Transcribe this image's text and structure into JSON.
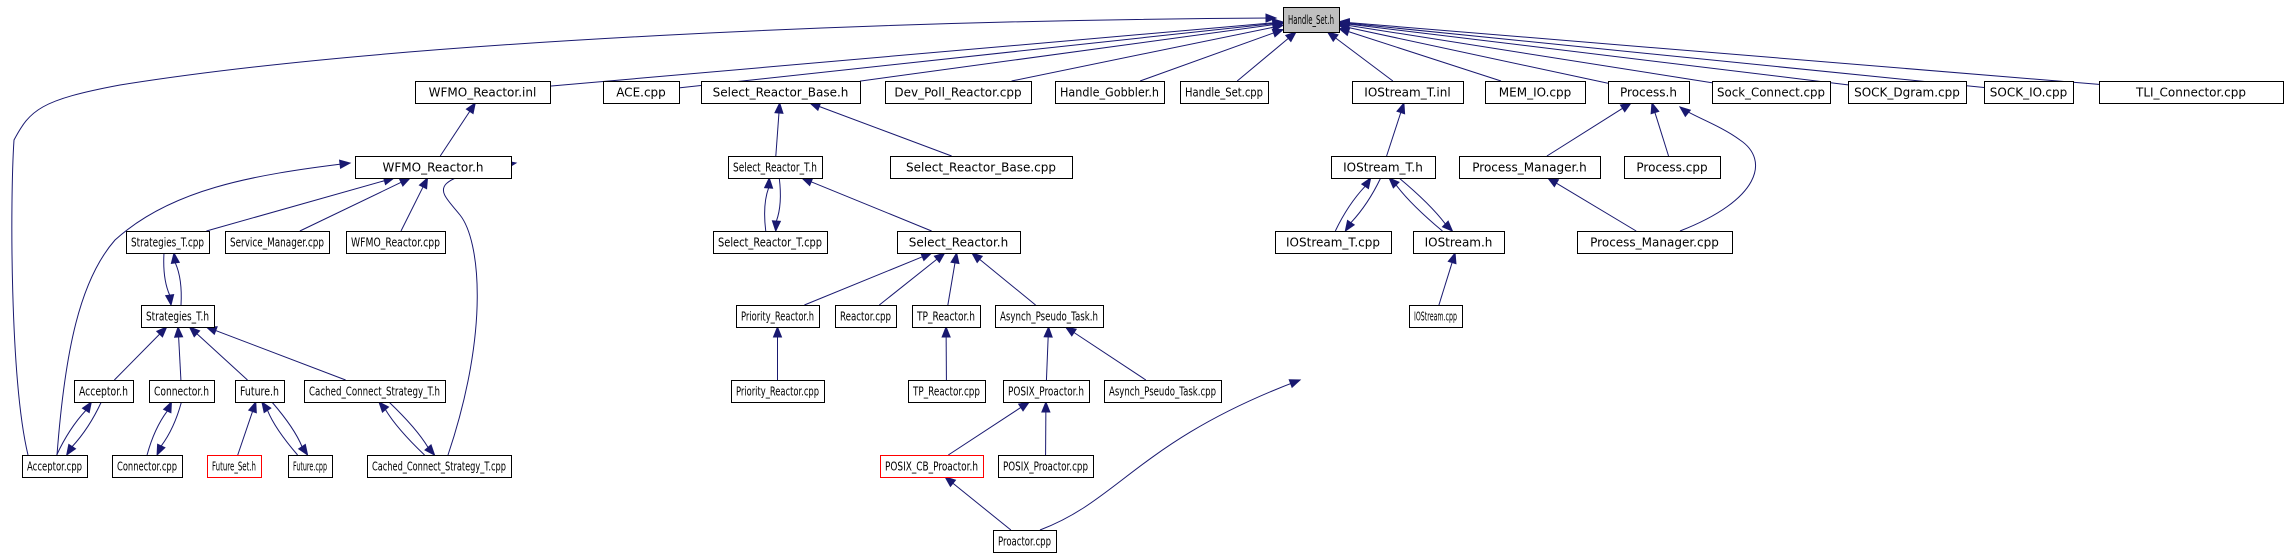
{
  "diagram": {
    "type": "include-dependency-graph",
    "root": "Handle_Set.h",
    "colors": {
      "edge": "#191970",
      "root_fill": "#bfbfbf",
      "node_border": "#000000",
      "highlight_border": "#ff0000",
      "background": "#ffffff"
    },
    "nodes": [
      {
        "id": "handle_set_h",
        "label": "Handle_Set.h",
        "style": "root"
      },
      {
        "id": "wfmo_reactor_inl",
        "label": "WFMO_Reactor.inl"
      },
      {
        "id": "ace_cpp",
        "label": "ACE.cpp"
      },
      {
        "id": "select_reactor_base_h",
        "label": "Select_Reactor_Base.h"
      },
      {
        "id": "dev_poll_reactor_cpp",
        "label": "Dev_Poll_Reactor.cpp"
      },
      {
        "id": "handle_gobbler_h",
        "label": "Handle_Gobbler.h"
      },
      {
        "id": "handle_set_cpp",
        "label": "Handle_Set.cpp"
      },
      {
        "id": "iostream_t_inl",
        "label": "IOStream_T.inl"
      },
      {
        "id": "mem_io_cpp",
        "label": "MEM_IO.cpp"
      },
      {
        "id": "process_h",
        "label": "Process.h"
      },
      {
        "id": "sock_connect_cpp",
        "label": "Sock_Connect.cpp"
      },
      {
        "id": "sock_dgram_cpp",
        "label": "SOCK_Dgram.cpp"
      },
      {
        "id": "sock_io_cpp",
        "label": "SOCK_IO.cpp"
      },
      {
        "id": "tli_connector_cpp",
        "label": "TLI_Connector.cpp"
      },
      {
        "id": "wfmo_reactor_h",
        "label": "WFMO_Reactor.h"
      },
      {
        "id": "select_reactor_t_h",
        "label": "Select_Reactor_T.h"
      },
      {
        "id": "select_reactor_base_cpp",
        "label": "Select_Reactor_Base.cpp"
      },
      {
        "id": "iostream_t_h",
        "label": "IOStream_T.h"
      },
      {
        "id": "process_manager_h",
        "label": "Process_Manager.h"
      },
      {
        "id": "process_cpp",
        "label": "Process.cpp"
      },
      {
        "id": "strategies_t_cpp",
        "label": "Strategies_T.cpp"
      },
      {
        "id": "service_manager_cpp",
        "label": "Service_Manager.cpp"
      },
      {
        "id": "wfmo_reactor_cpp",
        "label": "WFMO_Reactor.cpp"
      },
      {
        "id": "select_reactor_t_cpp",
        "label": "Select_Reactor_T.cpp"
      },
      {
        "id": "select_reactor_h",
        "label": "Select_Reactor.h"
      },
      {
        "id": "iostream_t_cpp",
        "label": "IOStream_T.cpp"
      },
      {
        "id": "iostream_h",
        "label": "IOStream.h"
      },
      {
        "id": "process_manager_cpp",
        "label": "Process_Manager.cpp"
      },
      {
        "id": "strategies_t_h",
        "label": "Strategies_T.h"
      },
      {
        "id": "priority_reactor_h",
        "label": "Priority_Reactor.h"
      },
      {
        "id": "reactor_cpp",
        "label": "Reactor.cpp"
      },
      {
        "id": "tp_reactor_h",
        "label": "TP_Reactor.h"
      },
      {
        "id": "asynch_pseudo_task_h",
        "label": "Asynch_Pseudo_Task.h"
      },
      {
        "id": "iostream_cpp",
        "label": "IOStream.cpp"
      },
      {
        "id": "acceptor_h",
        "label": "Acceptor.h"
      },
      {
        "id": "connector_h",
        "label": "Connector.h"
      },
      {
        "id": "future_h",
        "label": "Future.h"
      },
      {
        "id": "cached_connect_strategy_t_h",
        "label": "Cached_Connect_Strategy_T.h"
      },
      {
        "id": "priority_reactor_cpp",
        "label": "Priority_Reactor.cpp"
      },
      {
        "id": "tp_reactor_cpp",
        "label": "TP_Reactor.cpp"
      },
      {
        "id": "posix_proactor_h",
        "label": "POSIX_Proactor.h"
      },
      {
        "id": "asynch_pseudo_task_cpp",
        "label": "Asynch_Pseudo_Task.cpp"
      },
      {
        "id": "acceptor_cpp",
        "label": "Acceptor.cpp"
      },
      {
        "id": "connector_cpp",
        "label": "Connector.cpp"
      },
      {
        "id": "future_set_h",
        "label": "Future_Set.h",
        "style": "highlight"
      },
      {
        "id": "future_cpp",
        "label": "Future.cpp"
      },
      {
        "id": "cached_connect_strategy_t_cpp",
        "label": "Cached_Connect_Strategy_T.cpp"
      },
      {
        "id": "posix_cb_proactor_h",
        "label": "POSIX_CB_Proactor.h",
        "style": "highlight"
      },
      {
        "id": "posix_proactor_cpp",
        "label": "POSIX_Proactor.cpp"
      },
      {
        "id": "proactor_cpp",
        "label": "Proactor.cpp"
      }
    ],
    "edges": [
      {
        "from": "acceptor_cpp",
        "to": "handle_set_h"
      },
      {
        "from": "wfmo_reactor_inl",
        "to": "handle_set_h"
      },
      {
        "from": "ace_cpp",
        "to": "handle_set_h"
      },
      {
        "from": "select_reactor_base_h",
        "to": "handle_set_h"
      },
      {
        "from": "dev_poll_reactor_cpp",
        "to": "handle_set_h"
      },
      {
        "from": "handle_gobbler_h",
        "to": "handle_set_h"
      },
      {
        "from": "handle_set_cpp",
        "to": "handle_set_h"
      },
      {
        "from": "iostream_t_inl",
        "to": "handle_set_h"
      },
      {
        "from": "mem_io_cpp",
        "to": "handle_set_h"
      },
      {
        "from": "process_h",
        "to": "handle_set_h"
      },
      {
        "from": "sock_connect_cpp",
        "to": "handle_set_h"
      },
      {
        "from": "sock_dgram_cpp",
        "to": "handle_set_h"
      },
      {
        "from": "sock_io_cpp",
        "to": "handle_set_h"
      },
      {
        "from": "tli_connector_cpp",
        "to": "handle_set_h"
      },
      {
        "from": "wfmo_reactor_h",
        "to": "wfmo_reactor_inl"
      },
      {
        "from": "strategies_t_cpp",
        "to": "wfmo_reactor_h"
      },
      {
        "from": "service_manager_cpp",
        "to": "wfmo_reactor_h"
      },
      {
        "from": "wfmo_reactor_cpp",
        "to": "wfmo_reactor_h"
      },
      {
        "from": "acceptor_cpp",
        "to": "wfmo_reactor_h"
      },
      {
        "from": "cached_connect_strategy_t_cpp",
        "to": "wfmo_reactor_h"
      },
      {
        "from": "strategies_t_h",
        "to": "strategies_t_cpp"
      },
      {
        "from": "strategies_t_cpp",
        "to": "strategies_t_h"
      },
      {
        "from": "acceptor_h",
        "to": "strategies_t_h"
      },
      {
        "from": "connector_h",
        "to": "strategies_t_h"
      },
      {
        "from": "future_h",
        "to": "strategies_t_h"
      },
      {
        "from": "cached_connect_strategy_t_h",
        "to": "strategies_t_h"
      },
      {
        "from": "acceptor_cpp",
        "to": "acceptor_h"
      },
      {
        "from": "acceptor_h",
        "to": "acceptor_cpp"
      },
      {
        "from": "connector_cpp",
        "to": "connector_h"
      },
      {
        "from": "connector_h",
        "to": "connector_cpp"
      },
      {
        "from": "future_set_h",
        "to": "future_h"
      },
      {
        "from": "future_cpp",
        "to": "future_h"
      },
      {
        "from": "future_h",
        "to": "future_cpp"
      },
      {
        "from": "cached_connect_strategy_t_cpp",
        "to": "cached_connect_strategy_t_h"
      },
      {
        "from": "cached_connect_strategy_t_h",
        "to": "cached_connect_strategy_t_cpp"
      },
      {
        "from": "select_reactor_t_h",
        "to": "select_reactor_base_h"
      },
      {
        "from": "select_reactor_base_cpp",
        "to": "select_reactor_base_h"
      },
      {
        "from": "select_reactor_t_cpp",
        "to": "select_reactor_t_h"
      },
      {
        "from": "select_reactor_t_h",
        "to": "select_reactor_t_cpp"
      },
      {
        "from": "select_reactor_h",
        "to": "select_reactor_t_h"
      },
      {
        "from": "priority_reactor_h",
        "to": "select_reactor_h"
      },
      {
        "from": "reactor_cpp",
        "to": "select_reactor_h"
      },
      {
        "from": "tp_reactor_h",
        "to": "select_reactor_h"
      },
      {
        "from": "asynch_pseudo_task_h",
        "to": "select_reactor_h"
      },
      {
        "from": "priority_reactor_cpp",
        "to": "priority_reactor_h"
      },
      {
        "from": "tp_reactor_cpp",
        "to": "tp_reactor_h"
      },
      {
        "from": "posix_proactor_h",
        "to": "asynch_pseudo_task_h"
      },
      {
        "from": "asynch_pseudo_task_cpp",
        "to": "asynch_pseudo_task_h"
      },
      {
        "from": "posix_cb_proactor_h",
        "to": "posix_proactor_h"
      },
      {
        "from": "posix_proactor_cpp",
        "to": "posix_proactor_h"
      },
      {
        "from": "proactor_cpp",
        "to": "posix_proactor_h"
      },
      {
        "from": "proactor_cpp",
        "to": "posix_cb_proactor_h"
      },
      {
        "from": "iostream_t_h",
        "to": "iostream_t_inl"
      },
      {
        "from": "iostream_t_cpp",
        "to": "iostream_t_h"
      },
      {
        "from": "iostream_t_h",
        "to": "iostream_t_cpp"
      },
      {
        "from": "iostream_h",
        "to": "iostream_t_h"
      },
      {
        "from": "iostream_t_h",
        "to": "iostream_h"
      },
      {
        "from": "iostream_cpp",
        "to": "iostream_h"
      },
      {
        "from": "process_manager_h",
        "to": "process_h"
      },
      {
        "from": "process_cpp",
        "to": "process_h"
      },
      {
        "from": "process_manager_cpp",
        "to": "process_h"
      },
      {
        "from": "process_manager_cpp",
        "to": "process_manager_h"
      }
    ]
  }
}
